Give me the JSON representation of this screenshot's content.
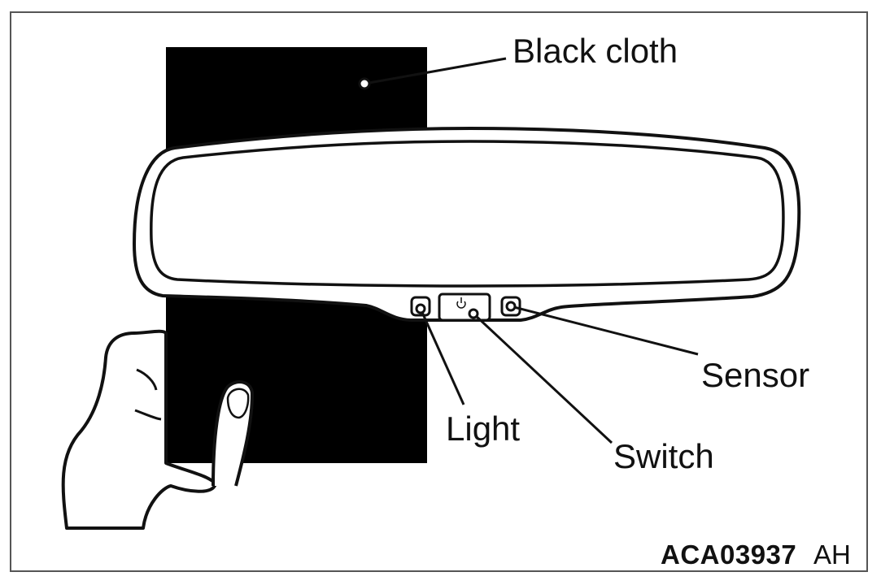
{
  "labels": {
    "black_cloth": "Black cloth",
    "sensor": "Sensor",
    "light": "Light",
    "switch": "Switch"
  },
  "figure_code": "ACA03937",
  "figure_suffix": "AH",
  "icons": {
    "switch_button": "power-icon"
  }
}
